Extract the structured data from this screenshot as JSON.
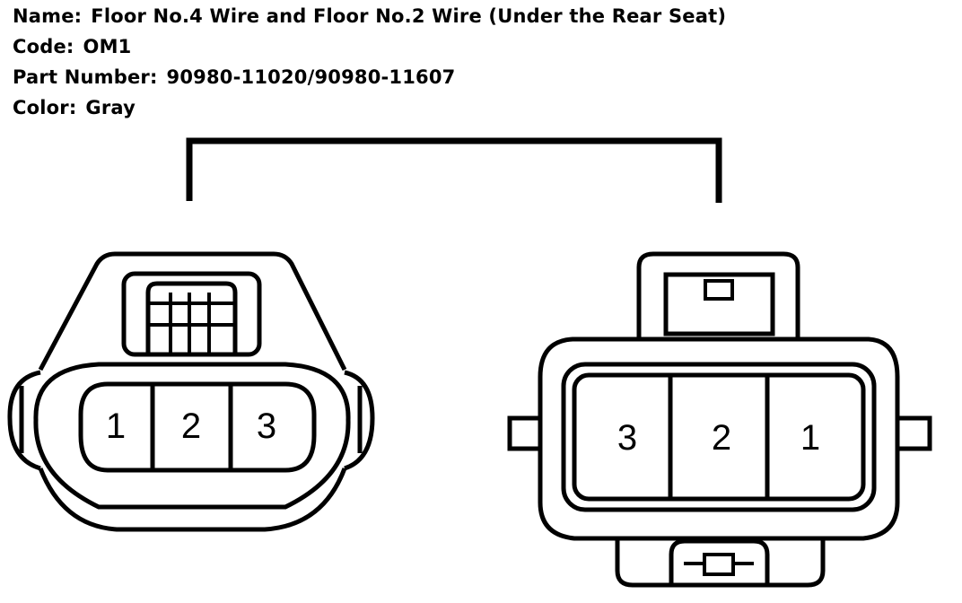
{
  "info": {
    "name_label": "Name:",
    "name_value": "Floor No.4 Wire and Floor No.2 Wire (Under the Rear Seat)",
    "code_label": "Code:",
    "code_value": "OM1",
    "part_label": "Part Number:",
    "part_value": "90980-11020/90980-11607",
    "color_label": "Color:",
    "color_value": "Gray"
  },
  "left_connector": {
    "pins": [
      "1",
      "2",
      "3"
    ]
  },
  "right_connector": {
    "pins": [
      "3",
      "2",
      "1"
    ]
  }
}
